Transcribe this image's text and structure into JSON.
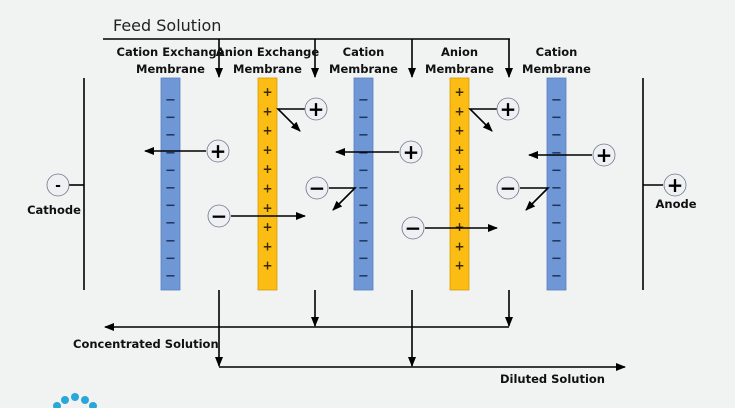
{
  "title": "Feed Solution",
  "membranes": [
    {
      "label1": "Cation Exchange",
      "label2": "Membrane",
      "type": "cation",
      "sign": "−"
    },
    {
      "label1": "Anion Exchange",
      "label2": "Membrane",
      "type": "anion",
      "sign": "+"
    },
    {
      "label1": "Cation",
      "label2": "Membrane",
      "type": "cation",
      "sign": "−"
    },
    {
      "label1": "Anion",
      "label2": "Membrane",
      "type": "anion",
      "sign": "+"
    },
    {
      "label1": "Cation",
      "label2": "Membrane",
      "type": "cation",
      "sign": "−"
    }
  ],
  "electrodes": {
    "cathode": {
      "label": "Cathode",
      "sign": "-"
    },
    "anode": {
      "label": "Anode",
      "sign": "+"
    }
  },
  "outputs": {
    "concentrated": "Concentrated Solution",
    "diluted": "Diluted Solution"
  },
  "ions": {
    "cation": "+",
    "anion": "−"
  },
  "colors": {
    "cation_membrane": "#6f97d6",
    "anion_membrane": "#fbbd14",
    "background": "#f1f2f2",
    "logo": "#2aa7d8"
  }
}
